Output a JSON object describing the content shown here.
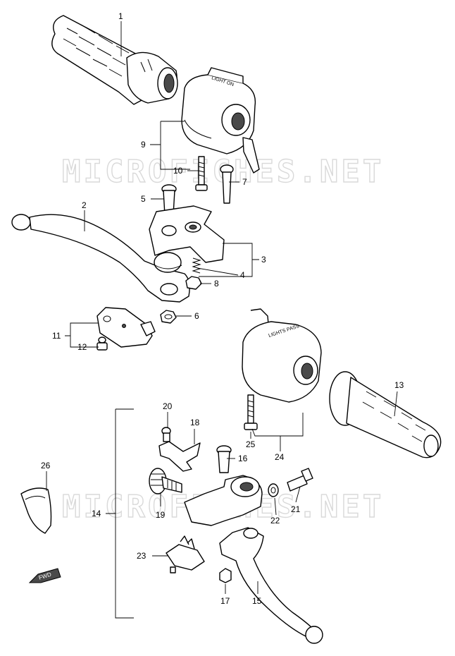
{
  "watermark": [
    "MICROFICHES.NET",
    "MICROFICHES.NET"
  ],
  "switch_labels": {
    "upper": "LIGHT ON",
    "lower": "LIGHTS PASS"
  },
  "fwd_label": "FWD",
  "callouts": {
    "p1": "1",
    "p2": "2",
    "p3": "3",
    "p4": "4",
    "p5": "5",
    "p6": "6",
    "p7": "7",
    "p8": "8",
    "p9": "9",
    "p10": "10",
    "p11": "11",
    "p12": "12",
    "p13": "13",
    "p14": "14",
    "p15": "15",
    "p16": "16",
    "p17": "17",
    "p18": "18",
    "p19": "19",
    "p20": "20",
    "p21": "21",
    "p22": "22",
    "p23": "23",
    "p24": "24",
    "p25": "25",
    "p26": "26"
  }
}
